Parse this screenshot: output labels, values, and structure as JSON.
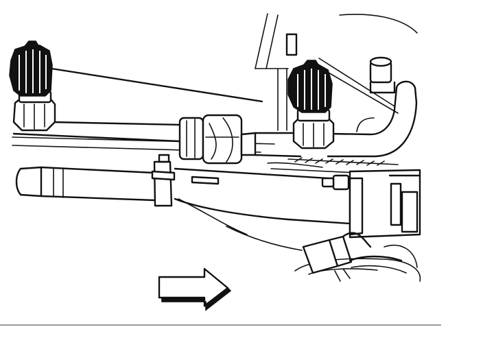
{
  "figure": {
    "type": "line-art illustration",
    "parts": [
      "service-valve-left",
      "service-valve-right",
      "hose-fitting-nut",
      "high-pressure-line",
      "low-pressure-line",
      "bracket",
      "connector-block",
      "electrical-connector",
      "direction-arrow"
    ],
    "colors": {
      "stroke": "#111111",
      "fill": "#ffffff",
      "rule": "#9a9a9a"
    }
  }
}
